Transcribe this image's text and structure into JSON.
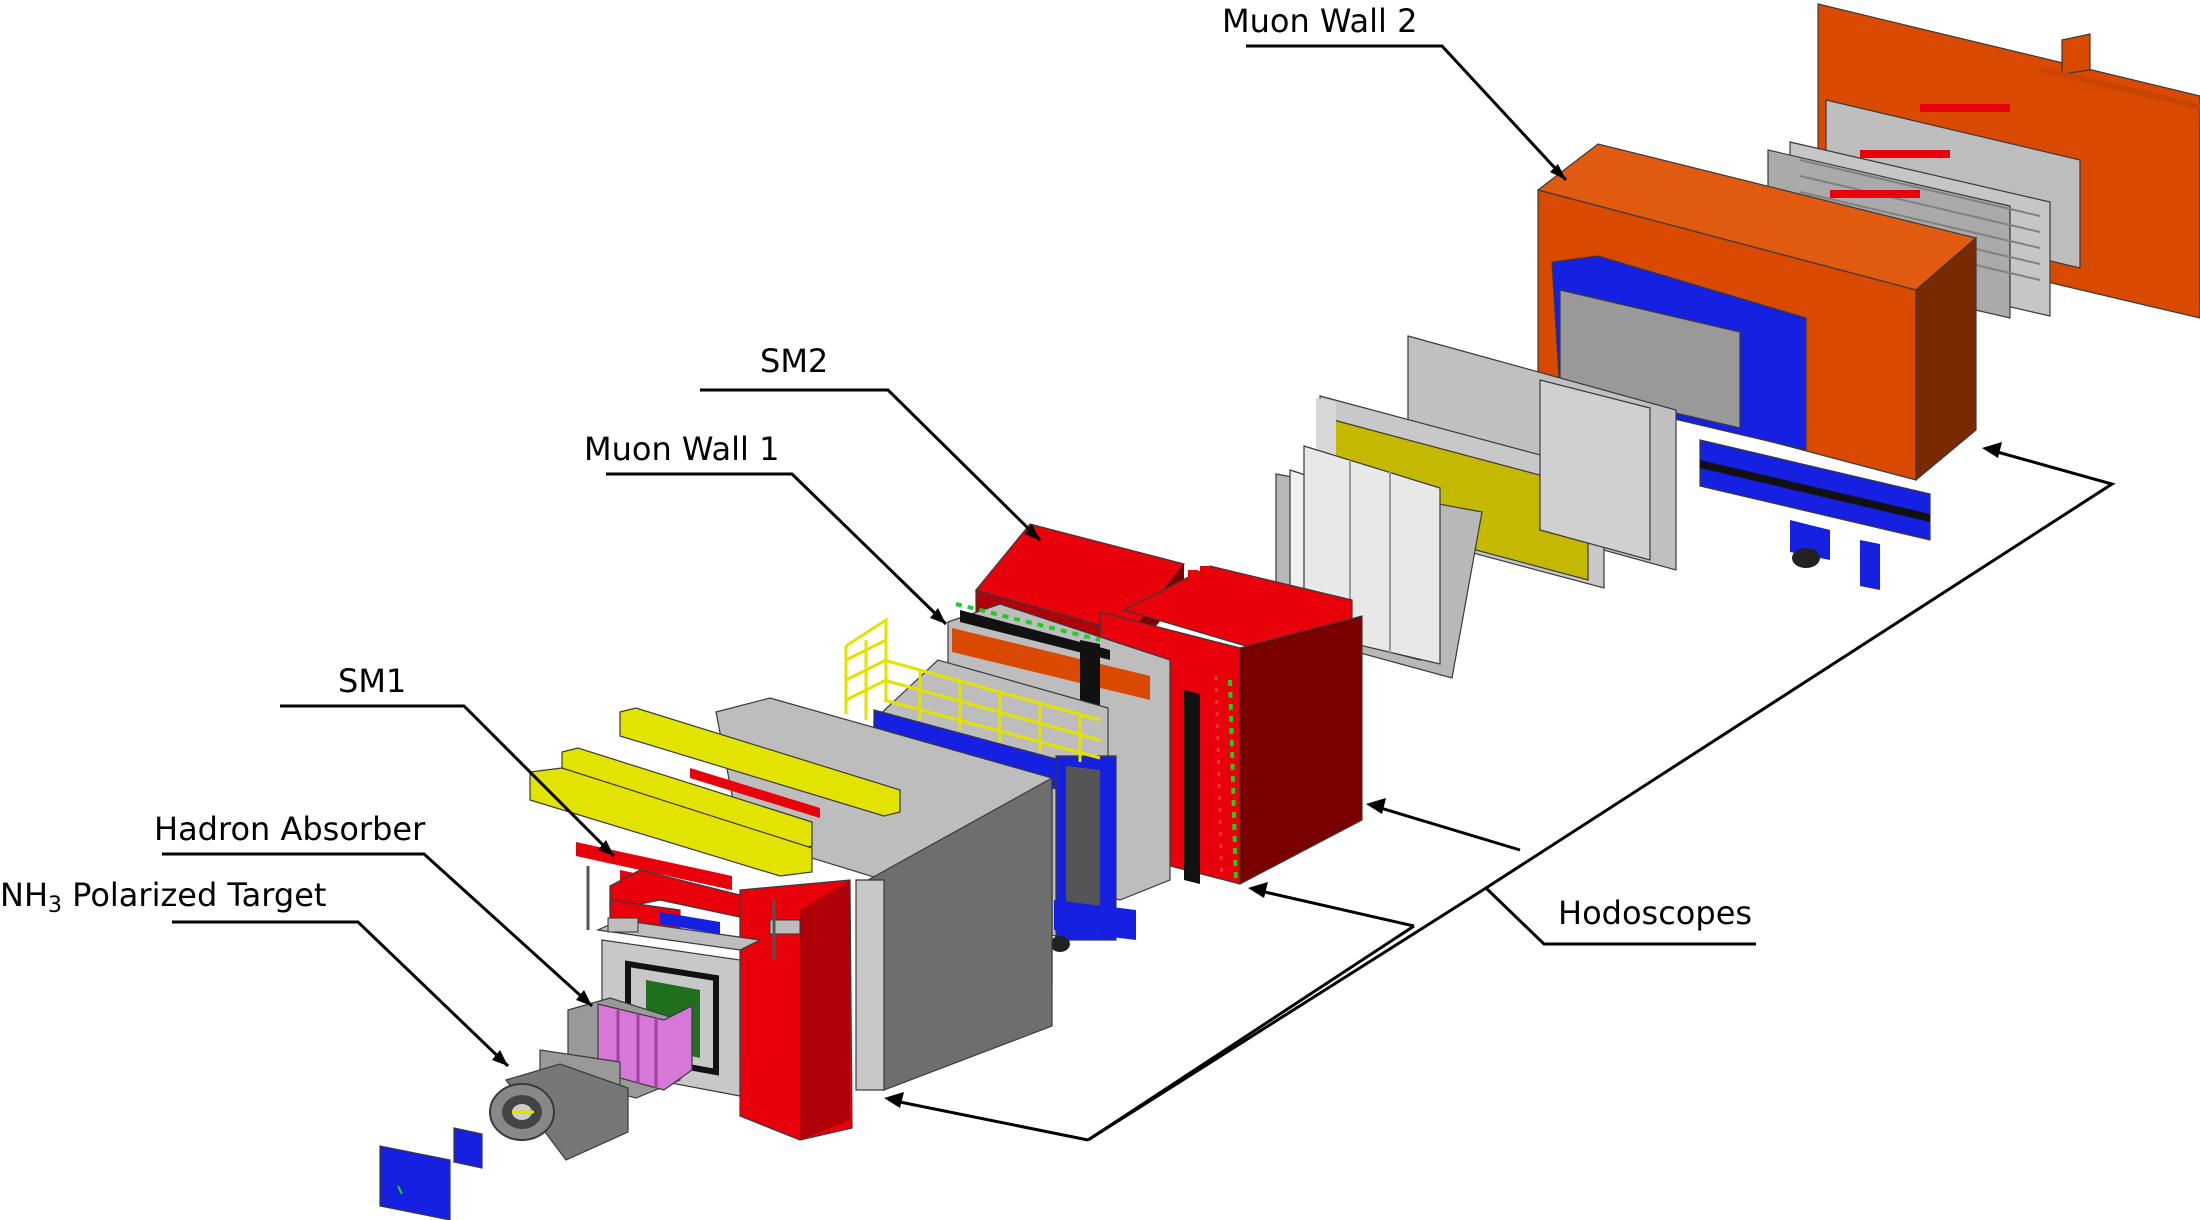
{
  "labels": {
    "muon_wall_2": "Muon Wall 2",
    "sm2": "SM2",
    "muon_wall_1": "Muon Wall 1",
    "sm1": "SM1",
    "hadron_absorber": "Hadron Absorber",
    "target_prefix": "NH",
    "target_subscript": "3",
    "target_suffix": " Polarized Target",
    "hodoscopes": "Hodoscopes"
  },
  "colors": {
    "magnet_red": "#e8000a",
    "magnet_dark_red": "#7a0000",
    "wall_orange": "#d94a00",
    "wall_dark": "#7a2a00",
    "absorber_grey": "#6e6e6e",
    "panel_grey": "#bdbdbd",
    "support_blue": "#1520e0",
    "coil_yellow": "#e3e300",
    "panel_yellow": "#c4b800",
    "target_pink": "#d777d7"
  }
}
